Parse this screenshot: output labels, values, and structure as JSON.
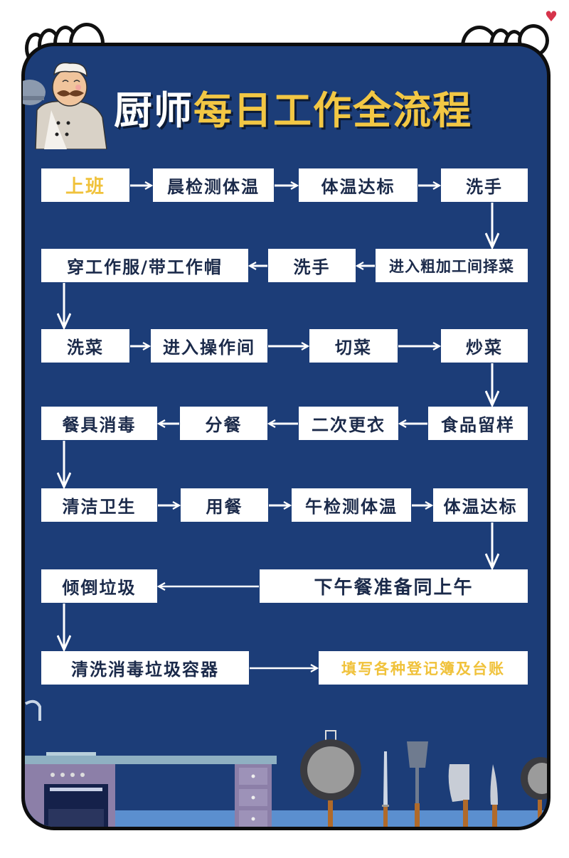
{
  "title": {
    "part1": "厨师",
    "part2": "每日工作全流程"
  },
  "colors": {
    "background": "#1c3d78",
    "box": "#ffffff",
    "box_text": "#1b2a4a",
    "highlight": "#f0c23b",
    "arrow": "#ffffff"
  },
  "flow": {
    "row1": [
      "上班",
      "晨检测体温",
      "体温达标",
      "洗手"
    ],
    "row2": [
      "穿工作服/带工作帽",
      "洗手",
      "进入粗加工间择菜"
    ],
    "row3": [
      "洗菜",
      "进入操作间",
      "切菜",
      "炒菜"
    ],
    "row4": [
      "餐具消毒",
      "分餐",
      "二次更衣",
      "食品留样"
    ],
    "row5": [
      "清洁卫生",
      "用餐",
      "午检测体温",
      "体温达标"
    ],
    "row6": [
      "倾倒垃圾",
      "下午餐准备同上午"
    ],
    "row7": [
      "清洗消毒垃圾容器",
      "填写各种登记簿及台账"
    ]
  },
  "icons": {
    "chef": "chef-illustration",
    "hands": "cartoon-hands",
    "heart": "heart-icon",
    "kitchen": "kitchen-illustration"
  }
}
